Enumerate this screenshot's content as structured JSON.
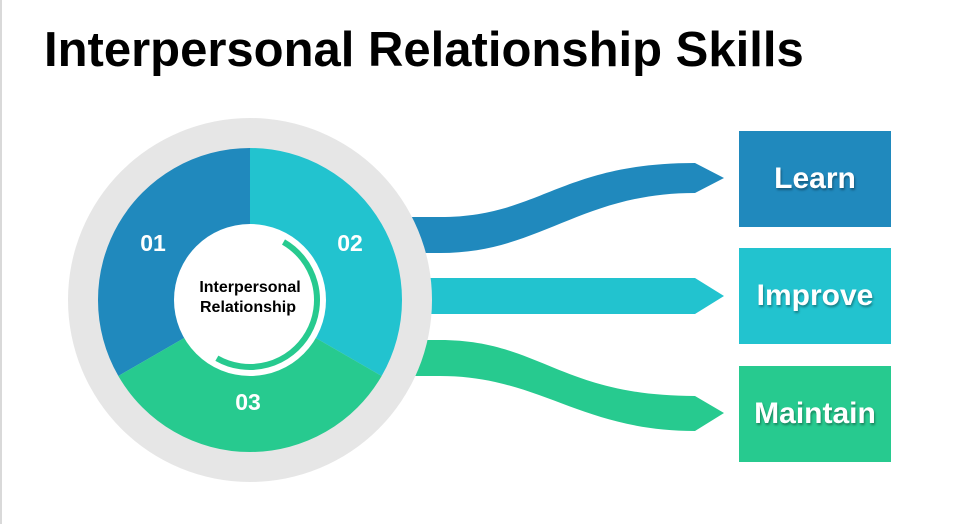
{
  "title": "Interpersonal Relationship Skills",
  "center": {
    "line1": "Interpersonal",
    "line2": "Relationship"
  },
  "segments": [
    {
      "number": "01",
      "color": "#2089bd"
    },
    {
      "number": "02",
      "color": "#22c3cf"
    },
    {
      "number": "03",
      "color": "#27ca8f"
    }
  ],
  "outcomes": [
    {
      "label": "Learn",
      "color": "#2089bd"
    },
    {
      "label": "Improve",
      "color": "#22c3cf"
    },
    {
      "label": "Maintain",
      "color": "#27ca8f"
    }
  ],
  "ring_color": "#e6e6e6"
}
